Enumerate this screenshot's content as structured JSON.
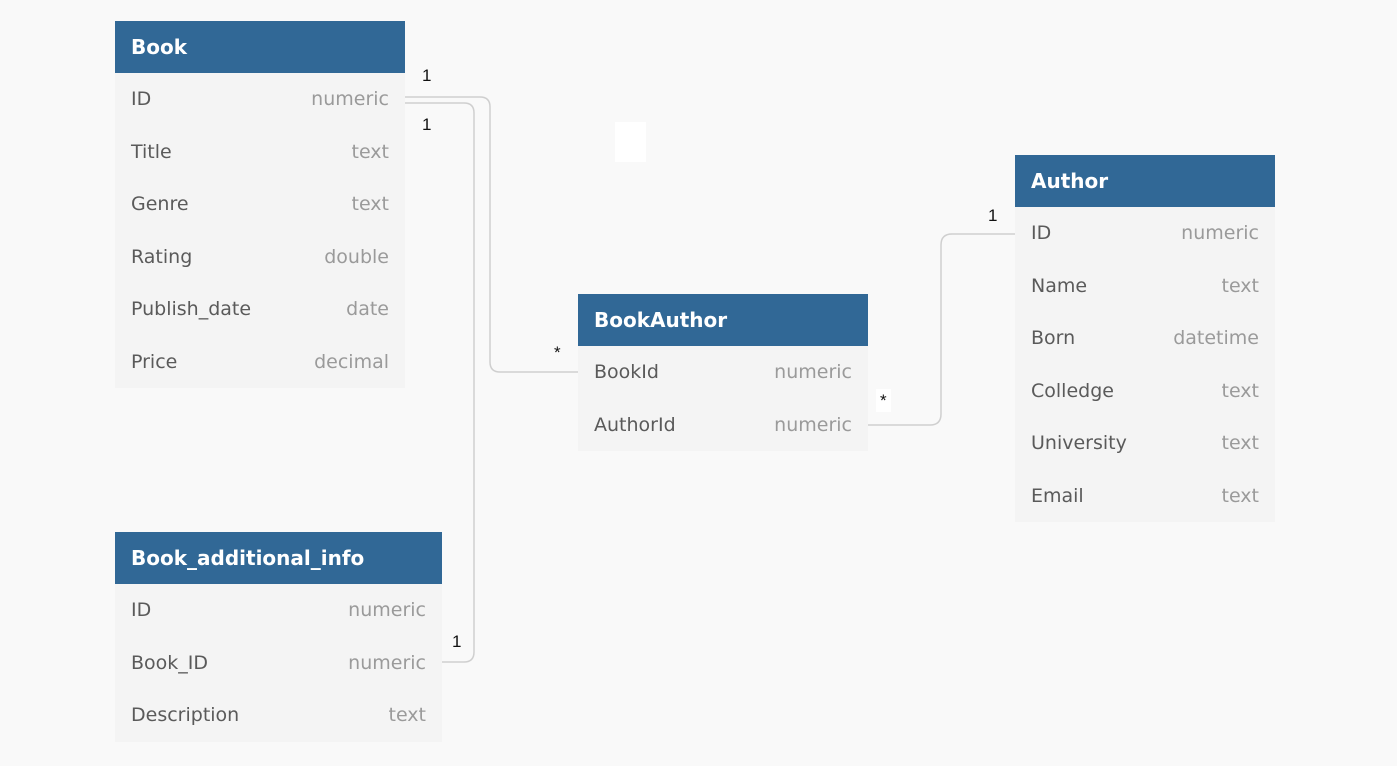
{
  "tables": {
    "book": {
      "name": "Book",
      "fields": [
        {
          "name": "ID",
          "type": "numeric"
        },
        {
          "name": "Title",
          "type": "text"
        },
        {
          "name": "Genre",
          "type": "text"
        },
        {
          "name": "Rating",
          "type": "double"
        },
        {
          "name": "Publish_date",
          "type": "date"
        },
        {
          "name": "Price",
          "type": "decimal"
        }
      ]
    },
    "author": {
      "name": "Author",
      "fields": [
        {
          "name": "ID",
          "type": "numeric"
        },
        {
          "name": "Name",
          "type": "text"
        },
        {
          "name": "Born",
          "type": "datetime"
        },
        {
          "name": "Colledge",
          "type": "text"
        },
        {
          "name": "University",
          "type": "text"
        },
        {
          "name": "Email",
          "type": "text"
        }
      ]
    },
    "book_author": {
      "name": "BookAuthor",
      "fields": [
        {
          "name": "BookId",
          "type": "numeric"
        },
        {
          "name": "AuthorId",
          "type": "numeric"
        }
      ]
    },
    "book_additional_info": {
      "name": "Book_additional_info",
      "fields": [
        {
          "name": "ID",
          "type": "numeric"
        },
        {
          "name": "Book_ID",
          "type": "numeric"
        },
        {
          "name": "Description",
          "type": "text"
        }
      ]
    }
  },
  "relationships": {
    "book_to_bookauthor": {
      "from": "Book.ID",
      "to": "BookAuthor.BookId",
      "from_card": "1",
      "to_card": "*"
    },
    "book_to_additional_info": {
      "from": "Book.ID",
      "to": "Book_additional_info.Book_ID",
      "from_card": "1",
      "to_card": "1"
    },
    "author_to_bookauthor": {
      "from": "Author.ID",
      "to": "BookAuthor.AuthorId",
      "from_card": "1",
      "to_card": "*"
    }
  },
  "colors": {
    "header_bg": "#316896",
    "header_text": "#ffffff",
    "body_bg": "#f4f4f4",
    "canvas_bg": "#f9f9f9",
    "connector": "#cfcfcf"
  }
}
